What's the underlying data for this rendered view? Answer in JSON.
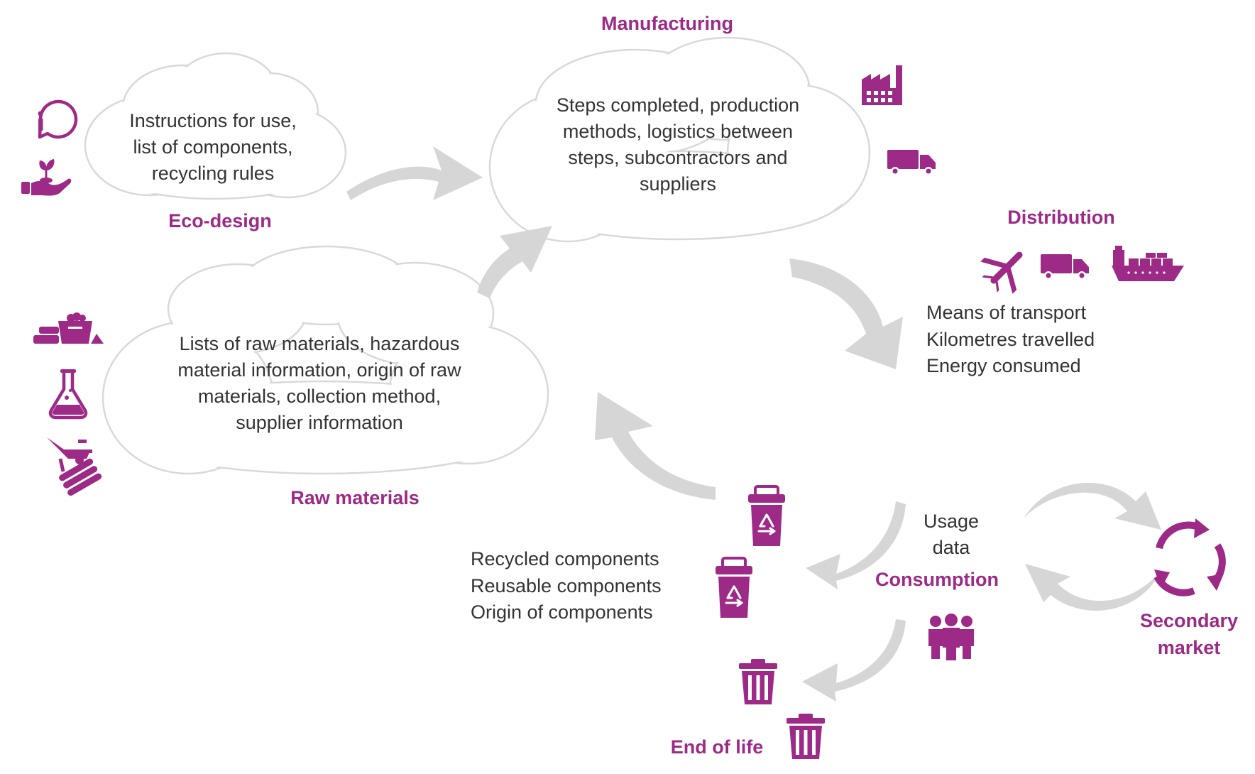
{
  "colors": {
    "accent": "#9c2a86",
    "arrow": "#d6d6d6",
    "cloud_stroke": "#d9d9d9",
    "text": "#333333"
  },
  "stages": {
    "manufacturing": {
      "label": "Manufacturing",
      "info": [
        "Steps completed, production",
        "methods, logistics between",
        "steps, subcontractors and",
        "suppliers"
      ],
      "icons": [
        "factory-icon",
        "truck-icon"
      ]
    },
    "eco_design": {
      "label": "Eco-design",
      "info": [
        "Instructions for use,",
        "list of components,",
        "recycling rules"
      ],
      "icons": [
        "info-bubble-icon",
        "hand-with-plant-icon"
      ]
    },
    "distribution": {
      "label": "Distribution",
      "info": [
        "Means of transport",
        "Kilometres travelled",
        "Energy consumed"
      ],
      "icons": [
        "airplane-icon",
        "truck-icon",
        "cargo-ship-icon"
      ]
    },
    "raw_materials": {
      "label": "Raw materials",
      "info": [
        "Lists of raw materials, hazardous",
        "material information, origin of raw",
        "materials, collection method,",
        "supplier information"
      ],
      "icons": [
        "ore-cart-icon",
        "flask-icon",
        "wheelbarrow-logs-icon"
      ]
    },
    "consumption": {
      "label": "Consumption",
      "info": [
        "Usage",
        "data"
      ],
      "icons": [
        "people-icon"
      ]
    },
    "recycling": {
      "info": [
        "Recycled components",
        "Reusable components",
        "Origin of components"
      ],
      "icons": [
        "recycle-bin-icon",
        "recycle-bin-icon"
      ]
    },
    "end_of_life": {
      "label": "End of life",
      "icons": [
        "trash-can-icon",
        "trash-can-icon"
      ]
    },
    "secondary_market": {
      "label": [
        "Secondary",
        "market"
      ],
      "icons": [
        "recycle-arrows-icon"
      ]
    }
  }
}
